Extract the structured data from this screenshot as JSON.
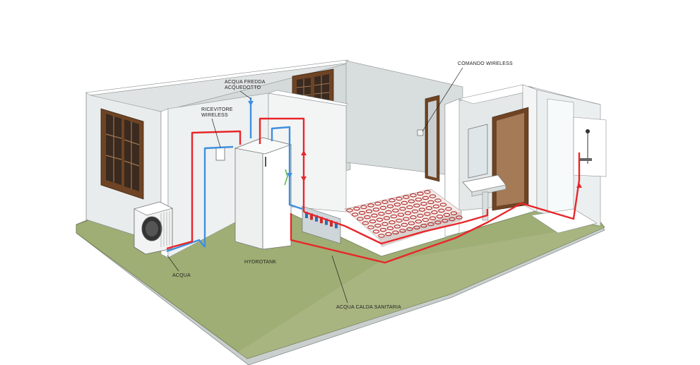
{
  "labels": {
    "acqua_fredda_line1": "ACQUA FREDDA",
    "acqua_fredda_line2": "ACQUEDOTTO",
    "ricevitore_line1": "RICEVITORE",
    "ricevitore_line2": "WIRELESS",
    "comando_wireless": "COMANDO WIRELESS",
    "hydrotank": "HYDROTANK",
    "acqua": "ACQUA",
    "acqua_calda_sanitaria": "ACQUA CALDA SANITARIA"
  },
  "colors": {
    "hot_pipe": "#e8262a",
    "cold_pipe": "#3f8fe0",
    "floor": "#9fae74",
    "wall_top": "#ffffff",
    "wall_face": "#e9ecec",
    "wall_shadow": "#c9cfcf",
    "wood": "#6e4424"
  }
}
